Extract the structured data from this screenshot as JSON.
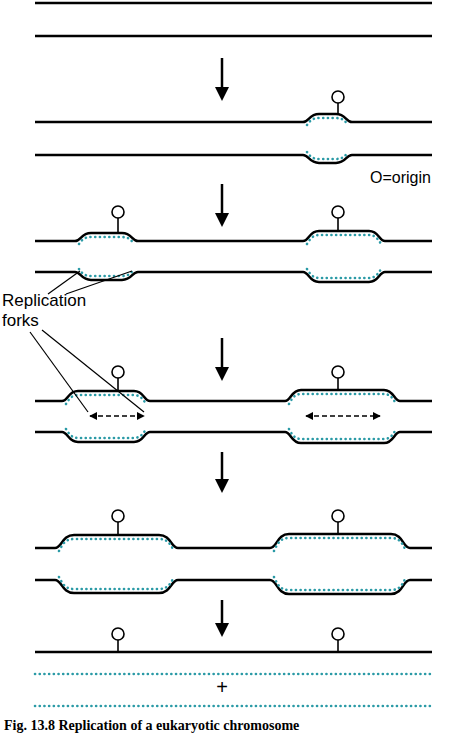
{
  "diagram": {
    "caption": "Fig. 13.8 Replication of a eukaryotic chromosome",
    "labels": [
      "O=origin",
      "Replication forks",
      "+"
    ]
  }
}
